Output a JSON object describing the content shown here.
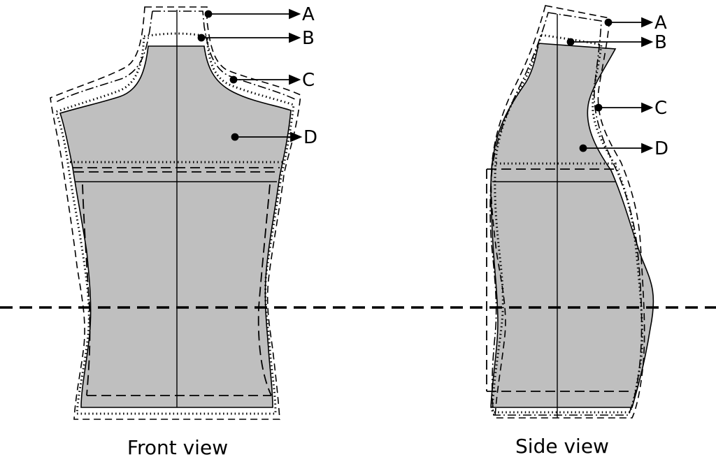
{
  "front": {
    "caption": "Front view",
    "labels": {
      "a": "A",
      "b": "B",
      "c": "C",
      "d": "D"
    }
  },
  "side": {
    "caption": "Side view",
    "labels": {
      "a": "A",
      "b": "B",
      "c": "C",
      "d": "D"
    }
  },
  "colors": {
    "torso_fill": "#bfbfbf",
    "stroke": "#000000"
  }
}
